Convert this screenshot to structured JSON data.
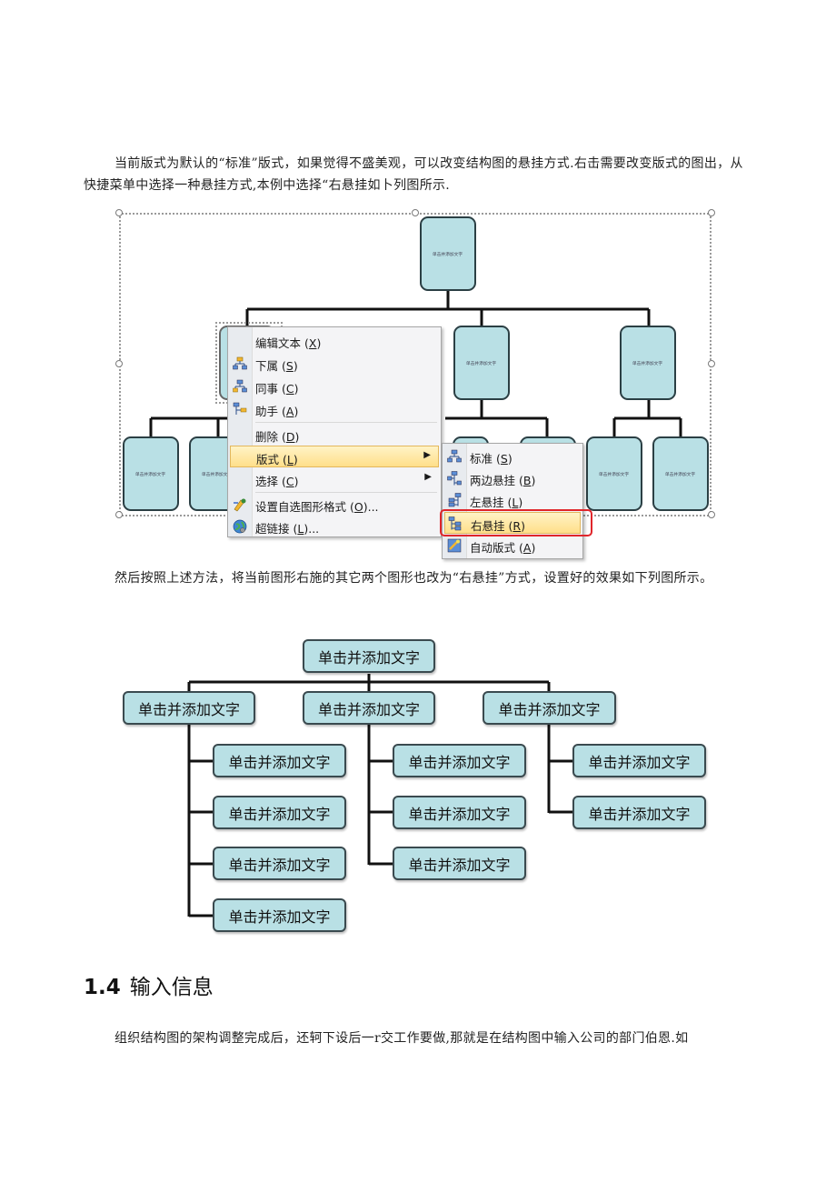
{
  "paragraphs": {
    "p1": "当前版式为默认的“标准”版式，如果觉得不盛美观，可以改变结构图的悬挂方式.右击需要改变版式的图出，从快捷菜单中选择一种悬挂方式,本例中选择“右悬挂如卜列图所示.",
    "p2": "然后按照上述方法，将当前图形右施的其它两个图形也改为“右悬挂”方式，设置好的效果如下列图所示。",
    "p3": "组织结构图的架构调整完成后，还轲下设后一r交工作要做,那就是在结构图中输入公司的部门伯恩.如"
  },
  "heading": {
    "number": "1.4",
    "title": "输入信息"
  },
  "figure1": {
    "box_text": "单击并添加文字",
    "context_menu": [
      {
        "label": "编辑文本",
        "key": "X",
        "icon": ""
      },
      {
        "label": "下属",
        "key": "S",
        "icon": "subordinate-icon"
      },
      {
        "label": "同事",
        "key": "C",
        "icon": "coworker-icon"
      },
      {
        "label": "助手",
        "key": "A",
        "icon": "assistant-icon"
      },
      {
        "label": "删除",
        "key": "D",
        "icon": ""
      },
      {
        "label": "版式",
        "key": "L",
        "icon": "",
        "submenu": true,
        "highlighted": true
      },
      {
        "label": "选择",
        "key": "C",
        "icon": "",
        "submenu": true
      },
      {
        "label": "设置自选图形格式",
        "key": "O",
        "suffix": "...",
        "icon": "format-shape-icon"
      },
      {
        "label": "超链接",
        "key": "L",
        "suffix": "...",
        "icon": "hyperlink-globe-icon"
      }
    ],
    "layout_submenu": [
      {
        "label": "标准",
        "key": "S",
        "icon": "standard-layout-icon"
      },
      {
        "label": "两边悬挂",
        "key": "B",
        "icon": "both-hanging-icon"
      },
      {
        "label": "左悬挂",
        "key": "L",
        "icon": "left-hanging-icon"
      },
      {
        "label": "右悬挂",
        "key": "R",
        "icon": "right-hanging-icon",
        "highlighted": true
      },
      {
        "label": "自动版式",
        "key": "A",
        "icon": "autoformat-icon"
      }
    ],
    "colors": {
      "box_fill": "#b9e0e5",
      "highlight_ring": "#e0262b",
      "menu_highlight": "#ffdf8a"
    }
  },
  "figure2": {
    "box_text": "单击并添加文字"
  }
}
